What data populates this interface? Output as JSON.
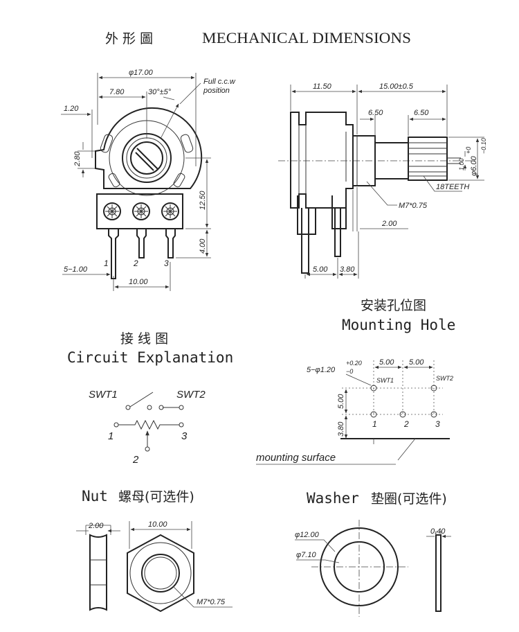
{
  "title": {
    "cn": "外 形 圖",
    "en": "MECHANICAL DIMENSIONS"
  },
  "front_view": {
    "full_ccw_label": "Full c.c.w",
    "position_label": "position",
    "angle_label": "30°±5°",
    "diameter": "φ17.00",
    "dim_780": "7.80",
    "dim_120": "1.20",
    "dim_280": "2.80",
    "dim_1250": "12.50",
    "dim_400": "4.00",
    "dim_pin_width": "5−1.00",
    "dim_1000": "10.00",
    "pins": [
      "1",
      "2",
      "3"
    ]
  },
  "side_view": {
    "dim_1150": "11.50",
    "dim_1500": "15.00±0.5",
    "dim_650_a": "6.50",
    "dim_650_b": "6.50",
    "dim_100": "1.00",
    "dim_shaft": "φ6.00",
    "shaft_tol_top": "+0",
    "shaft_tol_bottom": "−0.10",
    "teeth": "18TEETH",
    "thread": "M7*0.75",
    "dim_200": "2.00",
    "dim_500": "5.00",
    "dim_380": "3.80"
  },
  "mounting_hole": {
    "cn": "安装孔位图",
    "en": "Mounting Hole",
    "hole_spec": "5−φ1.20",
    "hole_tol_top": "+0.20",
    "hole_tol_bottom": "−0",
    "dim_500_a": "5.00",
    "dim_500_b": "5.00",
    "dim_500_v": "5.00",
    "dim_380_v": "3.80",
    "swt1": "SWT1",
    "swt2": "SWT2",
    "pins": [
      "1",
      "2",
      "3"
    ],
    "surface": "mounting surface"
  },
  "circuit": {
    "cn": "接 线 图",
    "en": "Circuit Explanation",
    "swt1": "SWT1",
    "swt2": "SWT2",
    "pin1": "1",
    "pin2": "2",
    "pin3": "3"
  },
  "nut": {
    "en": "Nut",
    "cn": "螺母(可选件)",
    "dim_200": "2.00",
    "dim_1000": "10.00",
    "thread": "M7*0.75"
  },
  "washer": {
    "en": "Washer",
    "cn": "垫圈(可选件)",
    "outer": "φ12.00",
    "inner": "φ7.10",
    "thickness": "0.40"
  }
}
